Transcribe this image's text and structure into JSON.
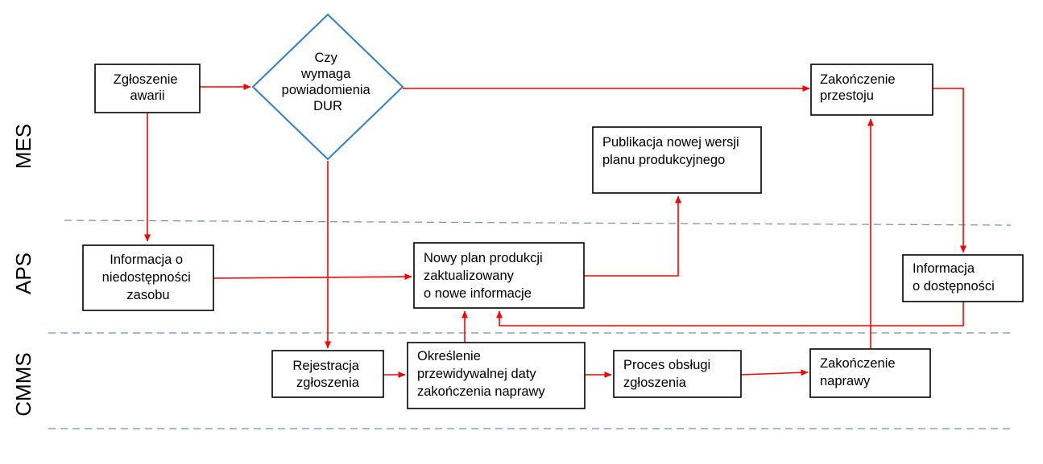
{
  "lanes": {
    "mes": "MES",
    "aps": "APS",
    "cmms": "CMMS"
  },
  "nodes": {
    "zgloszenie": [
      "Zgłoszenie",
      "awarii"
    ],
    "decision": [
      "Czy",
      "wymaga",
      "powiadomienia",
      "DUR"
    ],
    "zakonczenie_przestoju": [
      "Zakończenie",
      "przestoju"
    ],
    "publikacja": [
      "Publikacja nowej wersji",
      "planu produkcyjnego"
    ],
    "info_niedostepnosci": [
      "Informacja o",
      "niedostępności",
      "zasobu"
    ],
    "nowy_plan": [
      "Nowy plan produkcji",
      "zaktualizowany",
      "o nowe informacje"
    ],
    "info_dostepnosci": [
      "Informacja",
      "o dostępności"
    ],
    "rejestracja": [
      "Rejestracja",
      "zgłoszenia"
    ],
    "okreslenie": [
      "Określenie",
      "przewidywalnej daty",
      "zakończenia naprawy"
    ],
    "proces": [
      "Proces obsługi",
      "zgłoszenia"
    ],
    "zakonczenie_naprawy": [
      "Zakończenie",
      "naprawy"
    ]
  },
  "colors": {
    "flow": "#ff0000",
    "box_border": "#000000",
    "diamond_border": "#2f80c8",
    "lane_divider": "#6d8fb8"
  }
}
